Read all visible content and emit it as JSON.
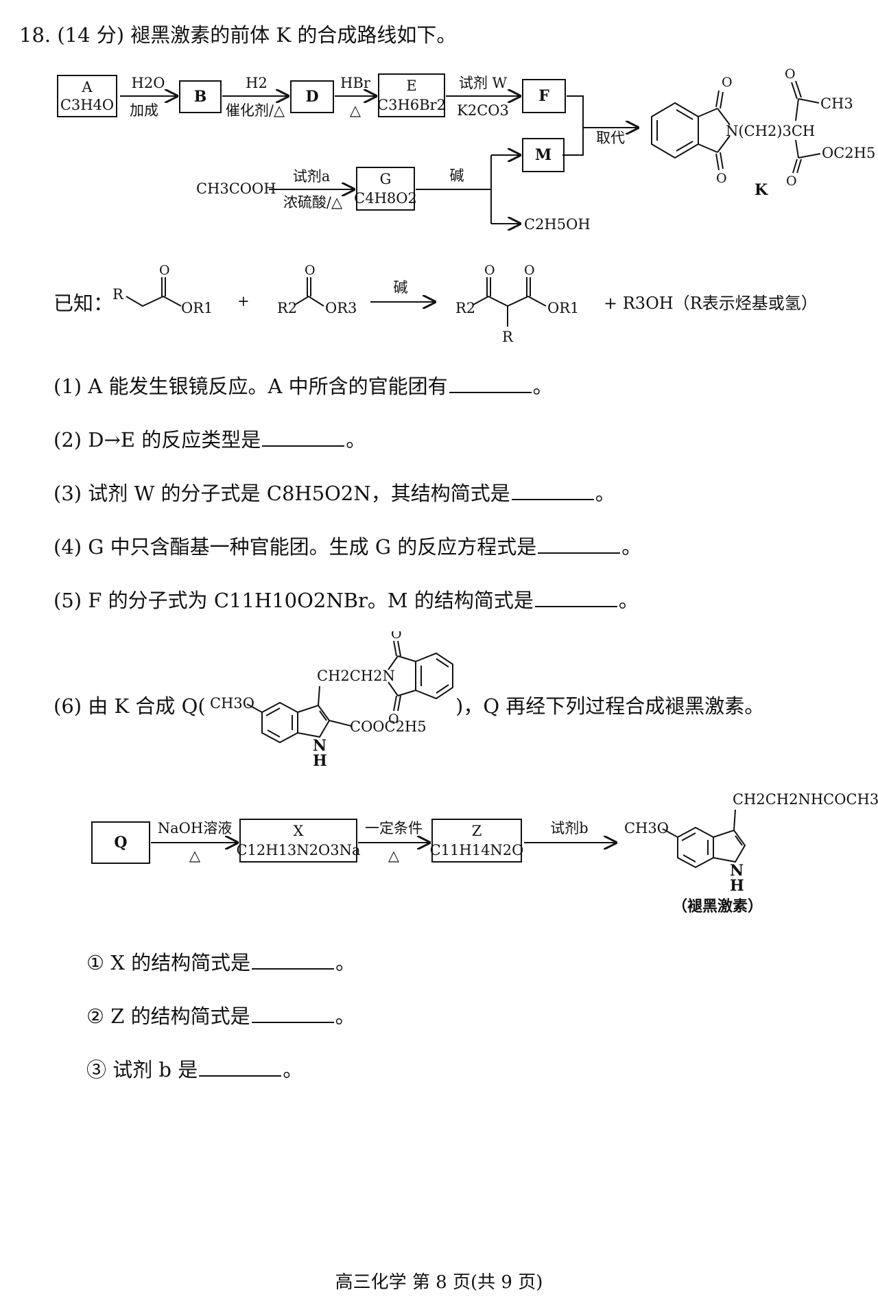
{
  "title": "18. (14 分) 褪黑激素的前体 K 的合成路线如下。",
  "scheme1": {
    "A_name": "A",
    "A_formula": "C3H4O",
    "arrow1_top": "H2O",
    "arrow1_bottom": "加成",
    "B_name": "B",
    "arrow2_top": "H2",
    "arrow2_bottom": "催化剂/△",
    "D_name": "D",
    "arrow3_top": "HBr",
    "arrow3_bottom": "△",
    "E_name": "E",
    "E_formula": "C3H6Br2",
    "arrow4_top": "试剂 W",
    "arrow4_bottom": "K2CO3",
    "F_name": "F",
    "M_name": "M",
    "merge_label": "取代",
    "start": "CH3COOH",
    "arrow5_top": "试剂a",
    "arrow5_bottom": "浓硫酸/△",
    "G_name": "G",
    "G_formula": "C4H8O2",
    "base_label": "碱",
    "ethanol": "C2H5OH",
    "K_label": "K",
    "K_chain": "N(CH2)3CH",
    "K_ch3": "CH3",
    "K_oet": "OC2H5",
    "oxygen": "O"
  },
  "known": {
    "prefix": "已知：",
    "R": "R",
    "R2": "R2",
    "OR1": "OR1",
    "OR3": "OR3",
    "plus": "+",
    "arrow_label": "碱",
    "product_tail": "+ R3OH（R表示烃基或氢）"
  },
  "questions": {
    "q1": "(1) A 能发生银镜反应。A 中所含的官能团有",
    "q2": "(2) D→E 的反应类型是",
    "q3": "(3) 试剂 W 的分子式是 C8H5O2N，其结构简式是",
    "q4": "(4) G 中只含酯基一种官能团。生成 G 的反应方程式是",
    "q5": "(5) F 的分子式为 C11H10O2NBr。M 的结构简式是",
    "q6_prefix": "(6) 由 K 合成 Q(",
    "q6_suffix": ")，Q 再经下列过程合成褪黑激素。",
    "end": "。"
  },
  "Q_structure": {
    "ch3o": "CH3O",
    "chain": "CH2CH2N",
    "cooet": "COOC2H5",
    "nh_n": "N",
    "nh_h": "H"
  },
  "scheme2": {
    "Q_name": "Q",
    "arrow1_top": "NaOH溶液",
    "arrow1_bottom": "△",
    "X_name": "X",
    "X_formula": "C12H13N2O3Na",
    "arrow2_top": "一定条件",
    "arrow2_bottom": "△",
    "Z_name": "Z",
    "Z_formula": "C11H14N2O",
    "arrow3_top": "试剂b",
    "mel_chain": "CH2CH2NHCOCH3",
    "mel_ch3o": "CH3O",
    "mel_n": "N",
    "mel_h": "H",
    "mel_label": "（褪黑激素）"
  },
  "sub_questions": {
    "s1": "① X 的结构简式是",
    "s2": "② Z 的结构简式是",
    "s3": "③ 试剂 b 是"
  },
  "footer": "高三化学   第 8 页(共 9 页)"
}
